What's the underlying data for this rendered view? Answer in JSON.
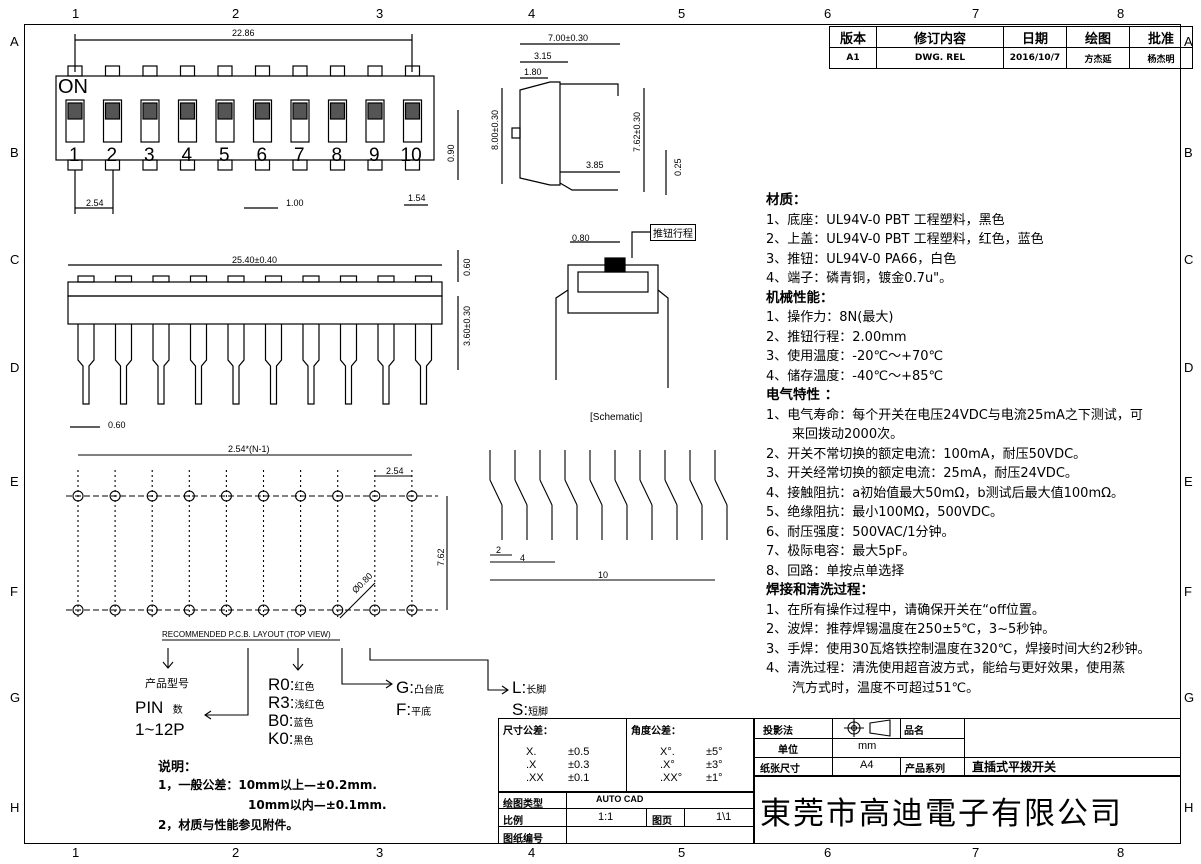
{
  "zones": {
    "columns": [
      "1",
      "2",
      "3",
      "4",
      "5",
      "6",
      "7",
      "8"
    ],
    "rows": [
      "A",
      "B",
      "C",
      "D",
      "E",
      "F",
      "G",
      "H"
    ]
  },
  "revision": {
    "headers": [
      "版本",
      "修订内容",
      "日期",
      "绘图",
      "批准"
    ],
    "row": [
      "A1",
      "DWG. REL",
      "2016/10/7",
      "方杰延",
      "杨杰明"
    ]
  },
  "top_view": {
    "on_label": "ON",
    "positions": [
      "1",
      "2",
      "3",
      "4",
      "5",
      "6",
      "7",
      "8",
      "9",
      "10"
    ],
    "dim_total": "22.86",
    "dim_pitch": "2.54",
    "dim_gap": "1.00",
    "dim_end": "1.54",
    "dim_height": "0.90"
  },
  "side_view": {
    "dim_width": "7.00±0.30",
    "dim_315": "3.15",
    "dim_180": "1.80",
    "dim_385": "3.85",
    "dim_height": "8.00±0.30",
    "dim_762": "7.62±0.30",
    "dim_025": "0.25"
  },
  "front_view": {
    "dim_length": "25.40±0.40",
    "dim_060_top": "0.60",
    "dim_360": "3.60±0.30",
    "dim_060_bottom": "0.60"
  },
  "section_view": {
    "callout": "推钮行程",
    "dim_080": "0.80",
    "label": "[Schematic]"
  },
  "schematic": {
    "dim_2": "2",
    "dim_4": "4",
    "dim_10": "10"
  },
  "pcb": {
    "dim_span": "2.54*(N-1)",
    "dim_pitch": "2.54",
    "dim_row": "7.62",
    "dim_hole": "Ø0.80",
    "caption": "RECOMMENDED P.C.B. LAYOUT (TOP VIEW)"
  },
  "ordering": {
    "product_model": "产品型号",
    "pin_label": "PIN",
    "pin_count_label": "数",
    "pin_range": "1~12P",
    "colors": [
      {
        "code": "R0:",
        "desc": "红色"
      },
      {
        "code": "R3:",
        "desc": "浅红色"
      },
      {
        "code": "B0:",
        "desc": "蓝色"
      },
      {
        "code": "K0:",
        "desc": "黑色"
      }
    ],
    "base": [
      {
        "code": "G:",
        "desc": "凸台底"
      },
      {
        "code": "F:",
        "desc": "平底"
      }
    ],
    "pins": [
      {
        "code": "L:",
        "desc": "长脚"
      },
      {
        "code": "S:",
        "desc": "短脚"
      }
    ]
  },
  "notes": {
    "title": "说明：",
    "line1": "1，一般公差：10mm以上—±0.2mm.",
    "line1b": "10mm以内—±0.1mm.",
    "line2": "2，材质与性能参见附件。"
  },
  "specs": [
    {
      "text": "材质：",
      "heading": true
    },
    {
      "text": "1、底座：UL94V-0 PBT 工程塑料，黑色",
      "heading": false
    },
    {
      "text": "2、上盖：UL94V-0 PBT 工程塑料，红色，蓝色",
      "heading": false
    },
    {
      "text": "3、推钮：UL94V-0 PA66，白色",
      "heading": false
    },
    {
      "text": "4、端子：磷青铜，镀金0.7u\"。",
      "heading": false
    },
    {
      "text": "机械性能：",
      "heading": true
    },
    {
      "text": "1、操作力：8N(最大)",
      "heading": false
    },
    {
      "text": "2、推钮行程：2.00mm",
      "heading": false
    },
    {
      "text": "3、使用温度：-20℃～+70℃",
      "heading": false
    },
    {
      "text": "4、储存温度：-40℃～+85℃",
      "heading": false
    },
    {
      "text": "电气特性 ：",
      "heading": true
    },
    {
      "text": "1、电气寿命：每个开关在电压24VDC与电流25mA之下测试，可",
      "heading": false
    },
    {
      "text": "　　来回拨动2000次。",
      "heading": false
    },
    {
      "text": "2、开关不常切换的额定电流：100mA，耐压50VDC。",
      "heading": false
    },
    {
      "text": "3、开关经常切换的额定电流：25mA，耐压24VDC。",
      "heading": false
    },
    {
      "text": "4、接触阻抗：a初始值最大50mΩ，b测试后最大值100mΩ。",
      "heading": false
    },
    {
      "text": "5、绝缘阻抗：最小100MΩ，500VDC。",
      "heading": false
    },
    {
      "text": "6、耐压强度：500VAC/1分钟。",
      "heading": false
    },
    {
      "text": "7、极际电容：最大5pF。",
      "heading": false
    },
    {
      "text": "8、回路：单按点单选择",
      "heading": false
    },
    {
      "text": "焊接和清洗过程：",
      "heading": true
    },
    {
      "text": "1、在所有操作过程中，请确保开关在“off位置。",
      "heading": false
    },
    {
      "text": "2、波焊：推荐焊锡温度在250±5℃，3~5秒钟。",
      "heading": false
    },
    {
      "text": "3、手焊：使用30瓦烙铁控制温度在320℃，焊接时间大约2秒钟。",
      "heading": false
    },
    {
      "text": "4、清洗过程：清洗使用超音波方式，能给与更好效果，使用蒸",
      "heading": false
    },
    {
      "text": "　　汽方式时，温度不可超过51℃。",
      "heading": false
    }
  ],
  "title_block": {
    "dim_tol_label": "尺寸公差：",
    "dim_tol": [
      [
        "X.",
        "±0.5"
      ],
      [
        ".X",
        "±0.3"
      ],
      [
        ".XX",
        "±0.1"
      ]
    ],
    "ang_tol_label": "角度公差：",
    "ang_tol": [
      [
        "X°.",
        "±5°"
      ],
      [
        ".X°",
        "±3°"
      ],
      [
        ".XX°",
        "±1°"
      ]
    ],
    "drawing_type_label": "绘图类型",
    "drawing_type": "AUTO CAD",
    "scale_label": "比例",
    "scale": "1:1",
    "page_label": "图页",
    "page": "1\\1",
    "drawing_no_label": "图纸编号",
    "projection_label": "投影法",
    "product_name_label": "品名",
    "unit_label": "单位",
    "unit": "mm",
    "paper_label": "纸张尺寸",
    "paper": "A4",
    "series_label": "产品系列",
    "series": "直插式平拨开关",
    "company": "東莞市高迪電子有限公司"
  }
}
